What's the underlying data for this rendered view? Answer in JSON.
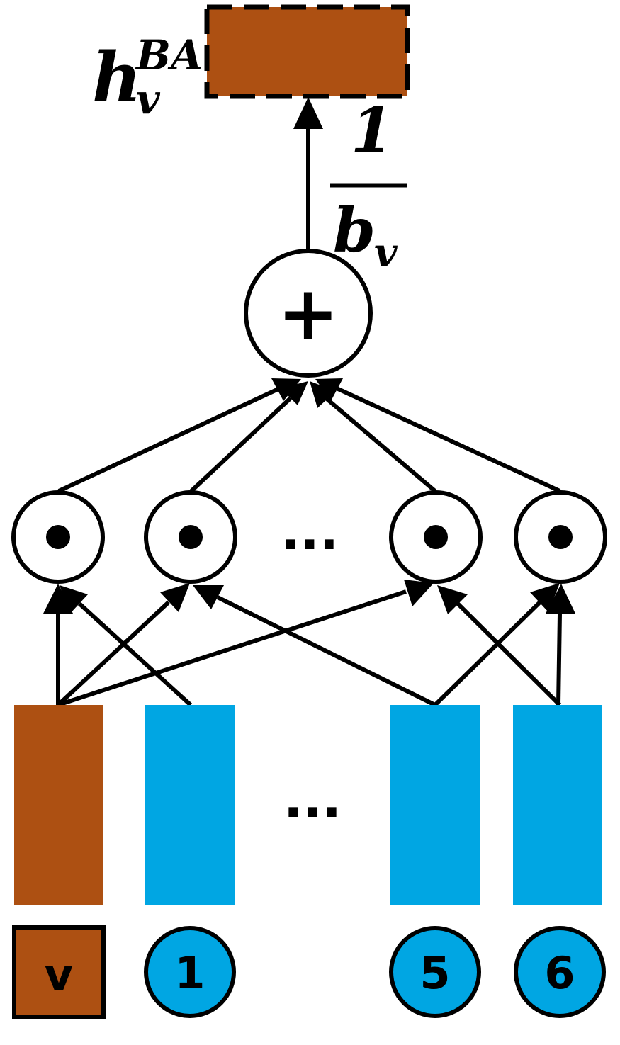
{
  "output": {
    "label_base": "h",
    "label_sub": "v",
    "label_sup": "BA",
    "color": "#AD5012"
  },
  "scale": {
    "numerator": "1",
    "denominator_base": "b",
    "denominator_sub": "v"
  },
  "sum_node": {
    "symbol": "+"
  },
  "product_nodes": {
    "symbol": "•",
    "ellipsis": "..."
  },
  "inputs": {
    "ellipsis": "...",
    "self_color": "#AD5012",
    "neighbor_color": "#00A6E3",
    "self_label": "v",
    "neighbor_labels": [
      "1",
      "5",
      "6"
    ]
  }
}
